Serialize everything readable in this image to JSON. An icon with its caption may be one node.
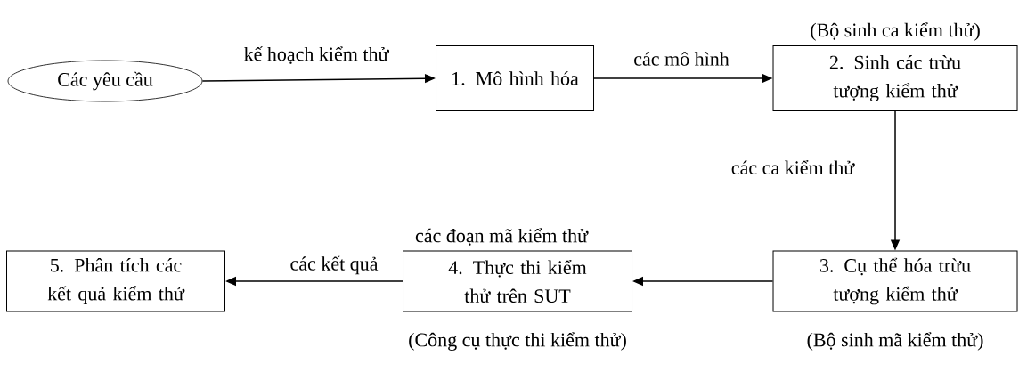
{
  "diagram": {
    "nodes": [
      {
        "text": [
          "Các yêu cầu"
        ]
      },
      {
        "text": [
          "1. Mô hình hóa"
        ]
      },
      {
        "text": [
          "2. Sinh các trừu tượng kiểm thử"
        ],
        "beside": [
          "(Bộ sinh ca kiểm thử)"
        ]
      },
      {
        "text": [
          "3. Cụ thể hóa trừu tượng kiểm thử"
        ],
        "beside": [
          "(Bộ sinh mã kiểm thử)"
        ]
      },
      {
        "text": [
          "4. Thực thi kiểm thử trên SUT"
        ],
        "beside": [
          "(Công cụ thực thi kiểm thử)"
        ]
      },
      {
        "text": [
          "5. Phân tích các kết quả kiểm thử"
        ]
      }
    ],
    "edges": [
      {
        "from": 0,
        "to": 1,
        "arrow": "to",
        "label": "kế hoạch kiểm thử"
      },
      {
        "from": 1,
        "to": 2,
        "arrow": "to",
        "label": "các mô hình"
      },
      {
        "from": 2,
        "to": 3,
        "arrow": "to",
        "label": "các ca kiểm thử"
      },
      {
        "from": 3,
        "to": 4,
        "arrow": "to",
        "label": "các đoạn mã kiểm thử"
      },
      {
        "from": 4,
        "to": 5,
        "arrow": "to",
        "label": "các kết quả"
      }
    ]
  }
}
